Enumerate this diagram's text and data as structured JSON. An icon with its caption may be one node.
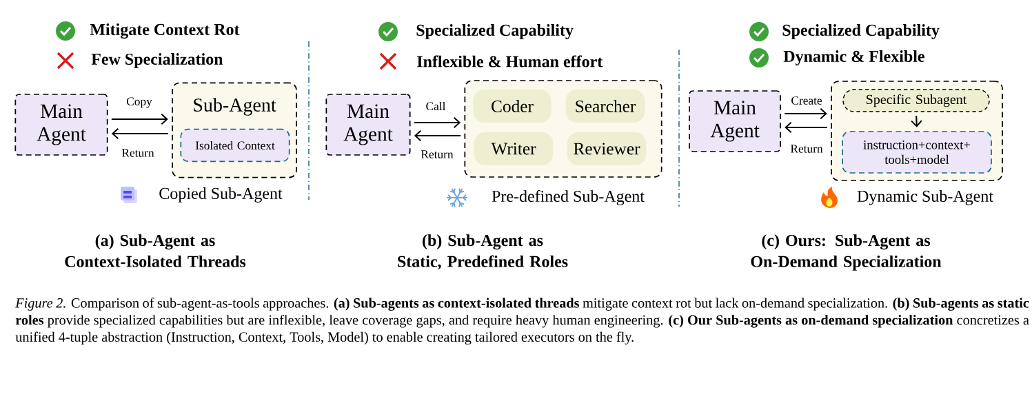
{
  "diagram": {
    "caption": "*Figure 2.* Comparison of sub-agent-as-tools approaches. **(a) Sub-agents as context-isolated threads** mitigate context rot but lack on-demand specialization. **(b) Sub-agents as static roles** provide specialized capabilities but are inflexible, leave coverage gaps, and require heavy human engineering. **(c) Our Sub-agents as on-demand specialization** concretizes a unified 4-tuple abstraction (Instruction, Context, Tools, Model) to enable creating tailored executors on the fly.",
    "nodes": [
      {
        "text": [
          "Main Agent"
        ]
      },
      {
        "text": [
          "Sub-Agent"
        ],
        "beside": [
          "Copied Sub-Agent"
        ]
      },
      {
        "text": [
          "Isolated Context"
        ],
        "in": 1
      },
      {
        "text": [
          "Main Agent"
        ]
      },
      {
        "text": [],
        "shape": "box",
        "beside": [
          "Pre-defined Sub-Agent"
        ]
      },
      {
        "text": [
          "Coder"
        ],
        "in": 4
      },
      {
        "text": [
          "Searcher"
        ],
        "in": 4
      },
      {
        "text": [
          "Writer"
        ],
        "in": 4
      },
      {
        "text": [
          "Reviewer"
        ],
        "in": 4
      },
      {
        "text": [
          "Main Agent"
        ]
      },
      {
        "text": [],
        "shape": "box",
        "beside": [
          "Dynamic Sub-Agent"
        ]
      },
      {
        "text": [
          "Specific Subagent"
        ],
        "in": 10
      },
      {
        "text": [
          "instruction+context+ tools+model"
        ],
        "in": 10
      }
    ],
    "edges": [
      {
        "from": 0,
        "to": 1,
        "arrow": "to",
        "label": "Copy"
      },
      {
        "from": 1,
        "to": 0,
        "arrow": "to",
        "label": "Return"
      },
      {
        "from": 3,
        "to": 4,
        "arrow": "to",
        "label": "Call"
      },
      {
        "from": 4,
        "to": 3,
        "arrow": "to",
        "label": "Return"
      },
      {
        "from": 9,
        "to": 10,
        "arrow": "to",
        "label": "Create"
      },
      {
        "from": 10,
        "to": 9,
        "arrow": "to",
        "label": "Return"
      },
      {
        "from": 11,
        "to": 12,
        "arrow": "to"
      }
    ],
    "labels": [
      "Mitigate Context Rot",
      "Few Specialization",
      "Specialized Capability",
      "Inflexible & Human effort",
      "Specialized Capability",
      "Dynamic & Flexible",
      "(a) Sub-Agent as Context-Isolated Threads",
      "(b) Sub-Agent as Static, Predefined Roles",
      "(c) Ours: Sub-Agent as On-Demand Specialization"
    ]
  }
}
